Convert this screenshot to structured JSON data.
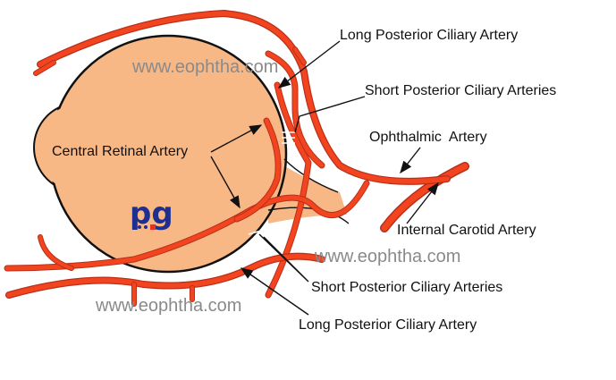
{
  "labels": {
    "long_posterior_top": "Long Posterior Ciliary Artery",
    "short_posterior_top": "Short Posterior Ciliary Arteries",
    "ophthalmic": "Ophthalmic  Artery",
    "central_retinal": "Central Retinal Artery",
    "internal_carotid": "Internal Carotid Artery",
    "short_posterior_bottom": "Short Posterior Ciliary Arteries",
    "long_posterior_bottom": "Long Posterior Ciliary Artery"
  },
  "watermarks": [
    "www.eophtha.com",
    "www.eophtha.com",
    "www.eophtha.com"
  ],
  "logo_text": "pg",
  "colors": {
    "globe": "#f8b886",
    "artery": "#f2451f",
    "artery_outline": "#b8301a",
    "logo": "#1f2f8f",
    "logo_accent": "#e8321e"
  }
}
